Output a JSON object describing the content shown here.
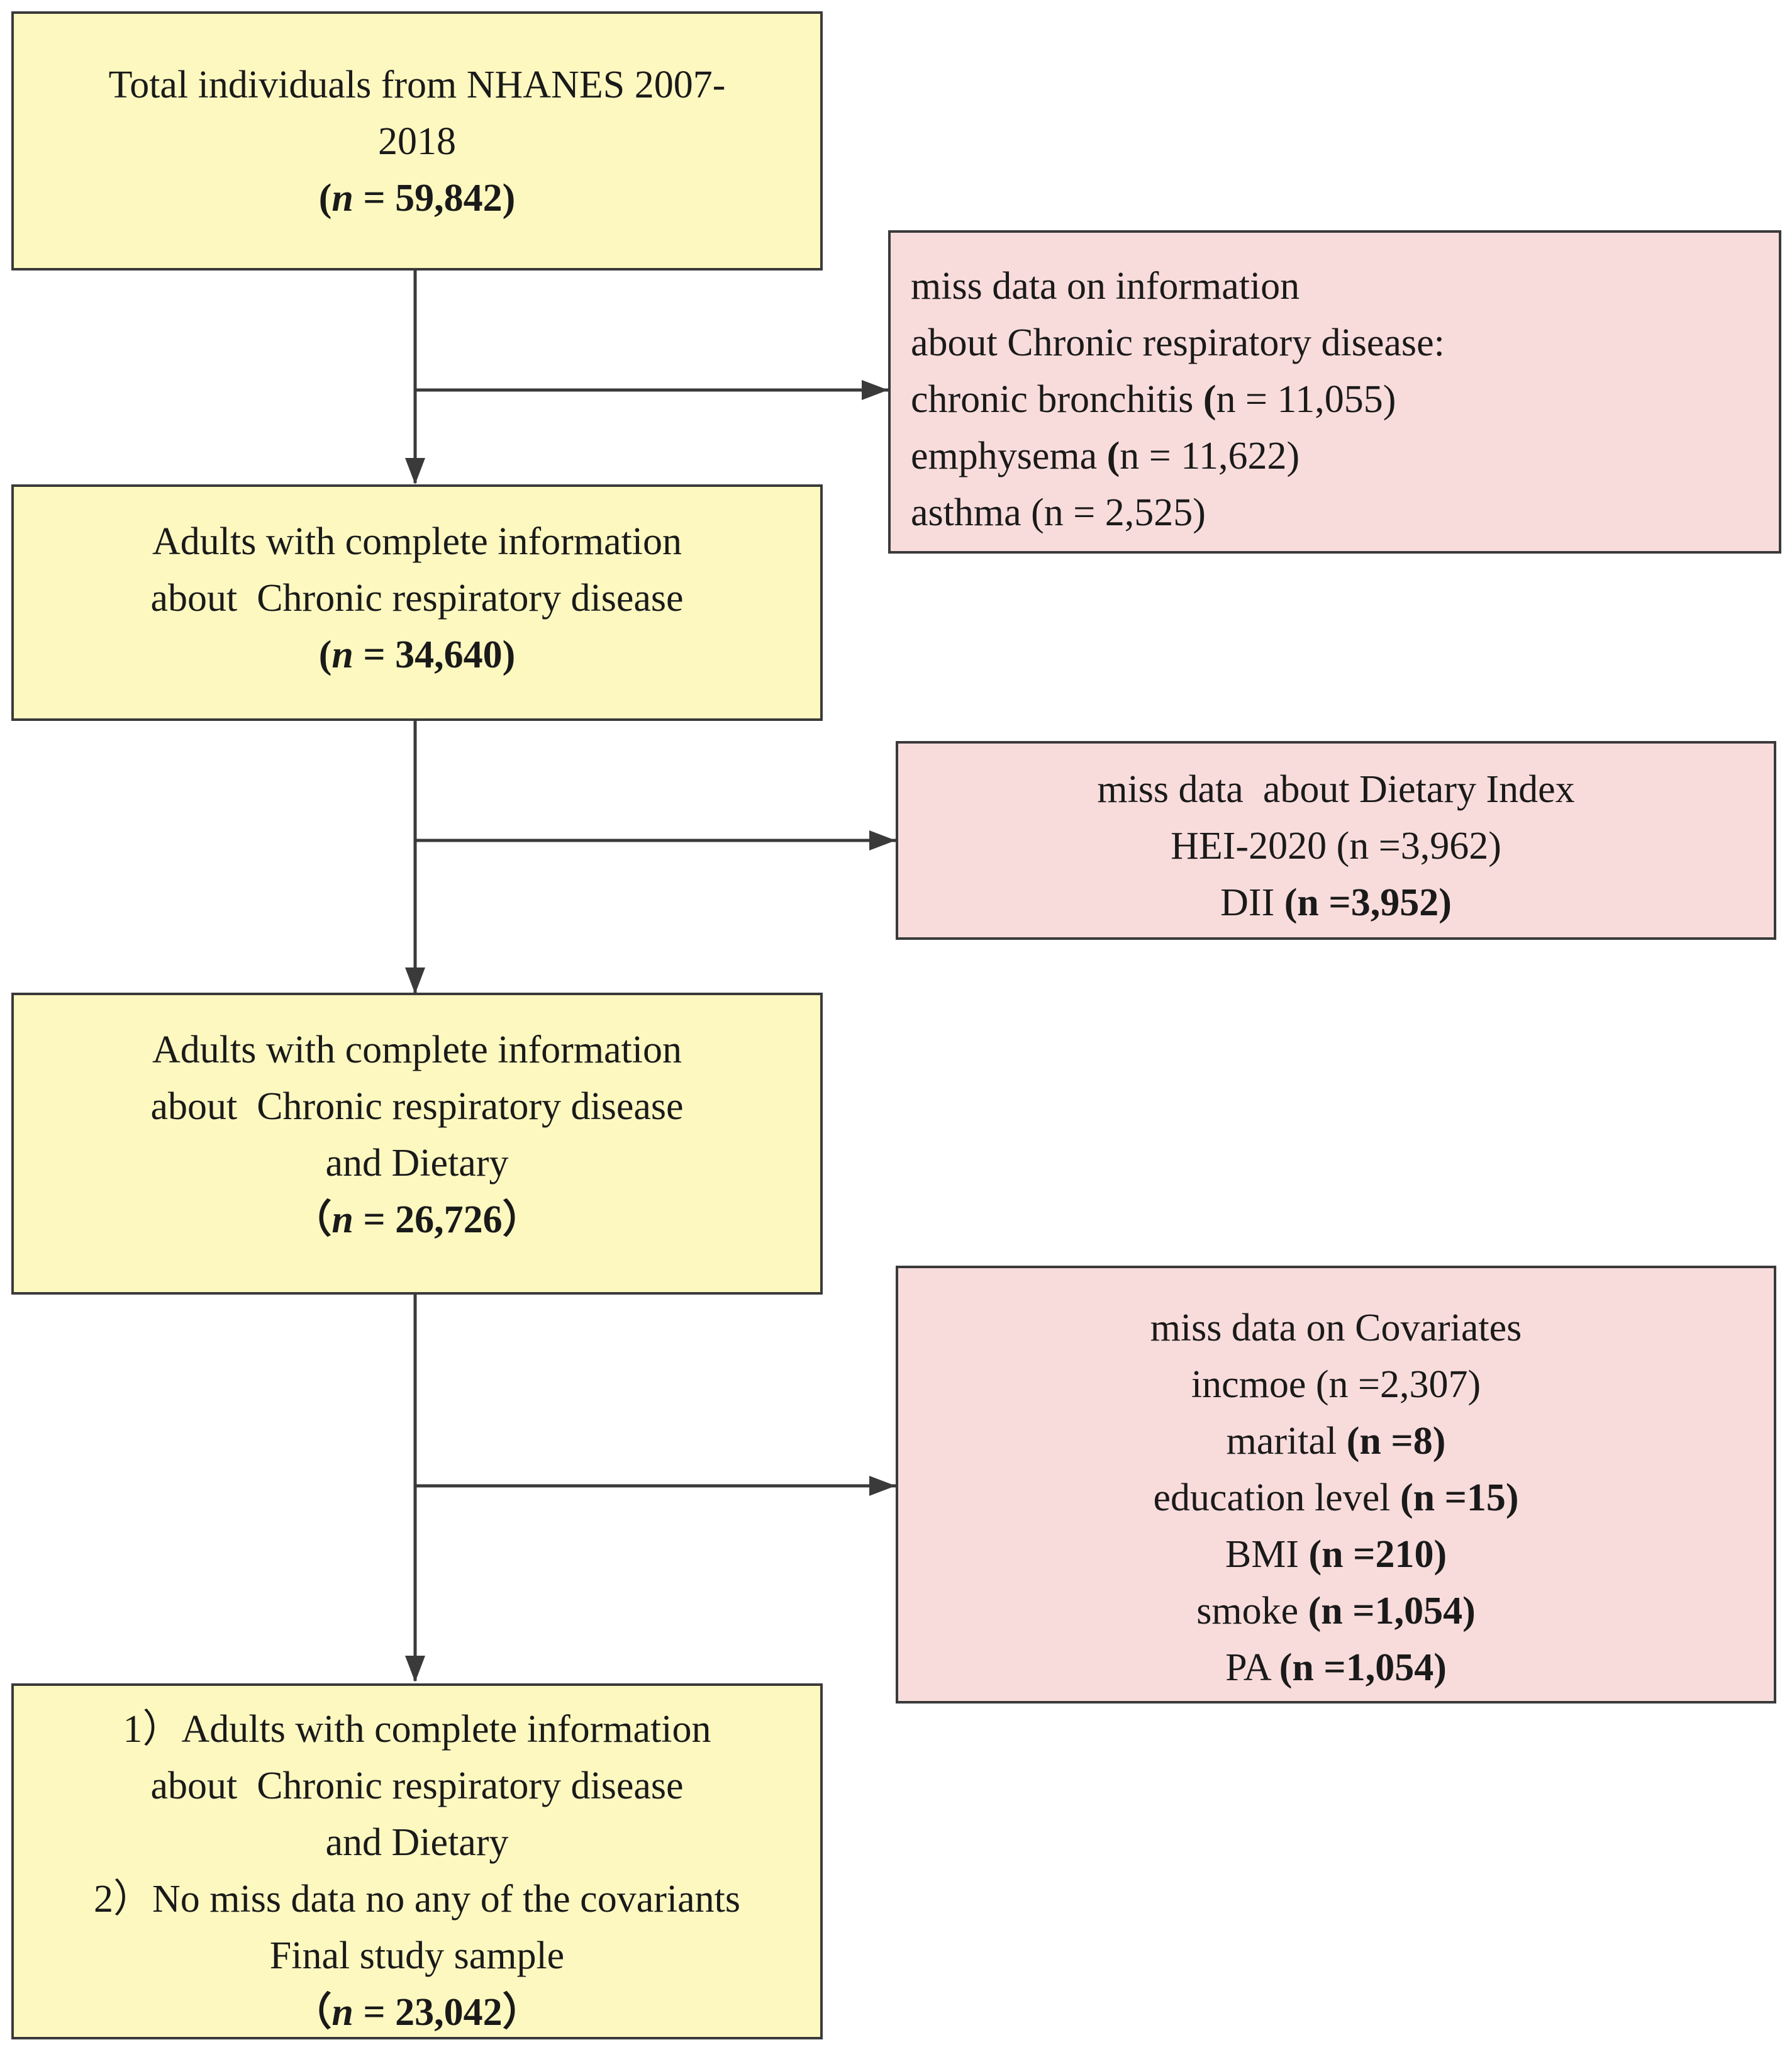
{
  "box1": {
    "line1": "Total individuals from NHANES 2007-",
    "line2": "2018",
    "n_open": "(",
    "n_var": "n",
    "n_rest": " = 59,842)"
  },
  "excl1": {
    "line1": "miss data on information",
    "line2": "about Chronic respiratory disease:",
    "items": [
      {
        "label": "chronic bronchitis ",
        "paren": "(",
        "rest": "n = 11,055)"
      },
      {
        "label": "emphysema ",
        "paren": "(",
        "rest": "n = 11,622)"
      },
      {
        "label": "asthma ",
        "paren": "",
        "rest": "(n = 2,525)"
      }
    ]
  },
  "box2": {
    "line1": "Adults with complete information",
    "line2": "about  Chronic respiratory disease",
    "n_open": "(",
    "n_var": "n",
    "n_rest": " = 34,640)"
  },
  "excl2": {
    "line1": "miss data  about Dietary Index",
    "line2": "HEI-2020 (n =3,962)",
    "line3_label": "DII ",
    "line3_value": "(n =3,952)"
  },
  "box3": {
    "line1": "Adults with complete information",
    "line2": "about  Chronic respiratory disease",
    "line3": "and Dietary",
    "n_open": "（",
    "n_var": "n",
    "n_rest": " = 26,726）"
  },
  "excl3": {
    "line1": "miss data on Covariates",
    "line2": "incmoe (n =2,307)",
    "items": [
      {
        "label": "marital ",
        "value": "(n =8)"
      },
      {
        "label": "education level ",
        "value": "(n =15)"
      },
      {
        "label": "BMI ",
        "value": "(n =210)"
      },
      {
        "label": "smoke ",
        "value": "(n =1,054)"
      },
      {
        "label": "PA ",
        "value": "(n =1,054)"
      }
    ]
  },
  "box4": {
    "line1": "1）Adults with complete information",
    "line2": "about  Chronic respiratory disease",
    "line3": "and Dietary",
    "line4": "2）No miss data no any of the covariants",
    "line5": "Final study sample",
    "n_open": "（",
    "n_var": "n",
    "n_rest": " = 23,042）"
  },
  "colors": {
    "included_box": "#fdf8c0",
    "excluded_box": "#f8dcdb",
    "border": "#3a3a3a"
  }
}
